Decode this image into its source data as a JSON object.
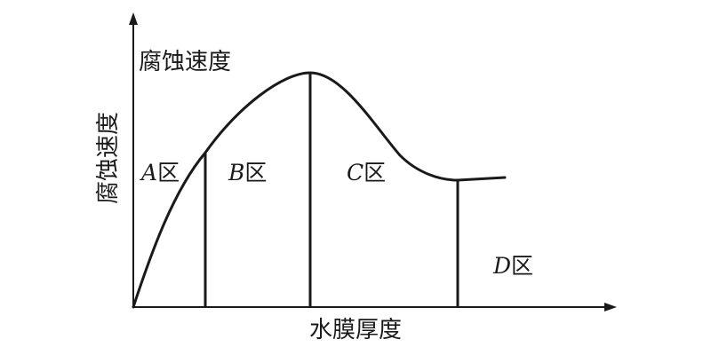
{
  "diagram": {
    "top_label": "腐蚀速度",
    "y_axis_label": "腐蚀速度",
    "x_axis_label": "水膜厚度",
    "regions": [
      {
        "letter": "A",
        "suffix": "区"
      },
      {
        "letter": "B",
        "suffix": "区"
      },
      {
        "letter": "C",
        "suffix": "区"
      },
      {
        "letter": "D",
        "suffix": "区"
      }
    ]
  }
}
